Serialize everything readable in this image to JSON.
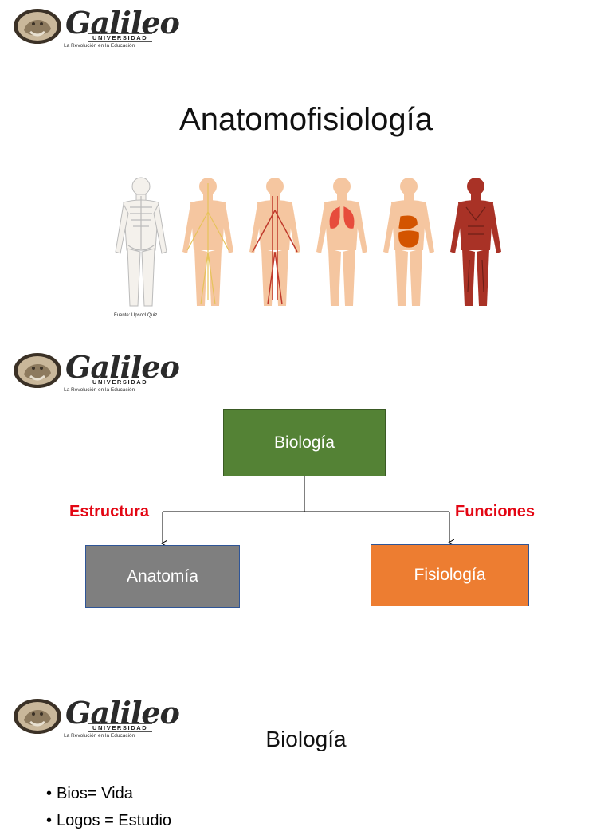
{
  "brand": {
    "name": "Galileo",
    "university": "UNIVERSIDAD",
    "tagline": "La Revolución en la Educación"
  },
  "slide1": {
    "title": "Anatomofisiología",
    "figures": [
      {
        "system": "skeletal",
        "color": "#f2f2f2"
      },
      {
        "system": "nervous",
        "color": "#e6c35a"
      },
      {
        "system": "circulatory",
        "color": "#c0392b"
      },
      {
        "system": "respiratory",
        "color": "#e74c3c"
      },
      {
        "system": "digestive",
        "color": "#d35400"
      },
      {
        "system": "muscular",
        "color": "#a93226"
      }
    ],
    "source": "Fuente: Upsocl Quiz"
  },
  "slide2": {
    "root": "Biología",
    "left_edge": "Estructura",
    "right_edge": "Funciones",
    "left_child": "Anatomía",
    "right_child": "Fisiología",
    "colors": {
      "root": "#548235",
      "left": "#7f7f7f",
      "right": "#ed7d31",
      "edge_label": "#e30613"
    }
  },
  "slide3": {
    "title": "Biología",
    "bullets": [
      "Bios= Vida",
      "Logos = Estudio"
    ]
  }
}
